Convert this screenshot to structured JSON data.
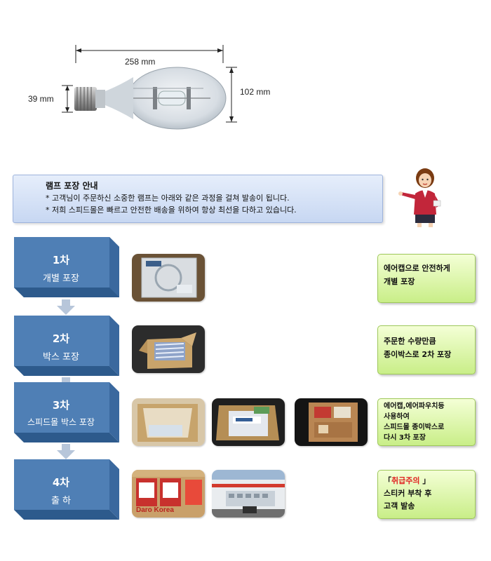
{
  "lamp": {
    "length_label": "258  mm",
    "base_label": "39  mm",
    "diameter_label": "102  mm"
  },
  "notice": {
    "title": "램프 포장 안내",
    "line1": "* 고객님이 주문하신 소중한 램프는 아래와 같은 과정을 걸쳐 발송이 됩니다.",
    "line2": "* 저희 스피드몰은 빠르고 안전한 배송을 위하여 항상 최선을 다하고 있습니다."
  },
  "steps": [
    {
      "num": "1차",
      "name": "개별 포장",
      "desc_lines": [
        "에어캡으로 안전하게",
        "개별 포장"
      ]
    },
    {
      "num": "2차",
      "name": "박스 포장",
      "desc_lines": [
        "주문한 수량만큼",
        "종이박스로 2차 포장"
      ]
    },
    {
      "num": "3차",
      "name": "스피드몰 박스 포장",
      "desc_lines": [
        "에어캡,에어파우치등",
        "사용하여",
        "스피드몰 종이박스로",
        "다시 3차 포장"
      ]
    },
    {
      "num": "4차",
      "name": "출  하",
      "desc_warn_open": "「",
      "desc_warn": "취급주의",
      "desc_warn_close": " 」",
      "desc_lines": [
        "스티커 부착 후",
        "고객 발송"
      ]
    }
  ],
  "photo_text": {
    "box_brand": "Daro Korea"
  },
  "colors": {
    "step_blue": "#4f7fb5",
    "step_blue_dark": "#2d5a8c",
    "desc_green": "#c9ee88",
    "notice_blue": "#c7d7f2",
    "warn_red": "#e02020"
  }
}
